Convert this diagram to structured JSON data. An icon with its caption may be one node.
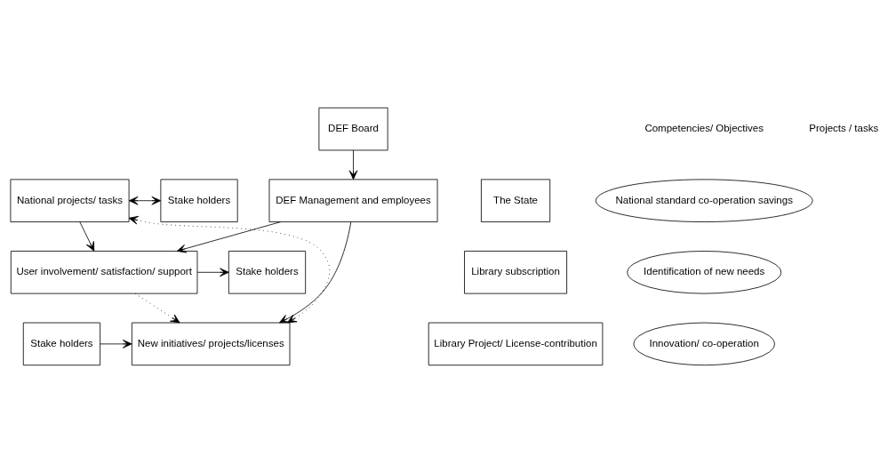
{
  "diagram": {
    "nodes": [
      {
        "text": [
          "DEF Board"
        ]
      },
      {
        "text": [
          "The State"
        ]
      },
      {
        "text": [
          "National standard co-operation savings"
        ]
      },
      {
        "text": [
          "DEF Management and employees"
        ]
      },
      {
        "text": [
          "National projects/ tasks"
        ]
      },
      {
        "text": [
          "Stake holders"
        ]
      },
      {
        "text": [
          "Library subscription"
        ]
      },
      {
        "text": [
          "Identification of new needs"
        ]
      },
      {
        "text": [
          "User involvement/ satisfaction/ support"
        ]
      },
      {
        "text": [
          "Stake holders"
        ]
      },
      {
        "text": [
          "Library Project/ License-contribution"
        ]
      },
      {
        "text": [
          "Innovation/ co-operation"
        ]
      },
      {
        "text": [
          "New initiatives/ projects/licenses"
        ]
      },
      {
        "text": [
          "Stake holders"
        ]
      }
    ],
    "edges": [
      {
        "from": 0,
        "to": 3,
        "arrow": "to"
      },
      {
        "from": 4,
        "to": 5,
        "arrow": "both"
      },
      {
        "from": 4,
        "to": 8,
        "arrow": "to"
      },
      {
        "from": 3,
        "to": 8,
        "arrow": "to"
      },
      {
        "from": 3,
        "to": 12,
        "arrow": "to"
      },
      {
        "from": 8,
        "to": 9,
        "arrow": "to"
      },
      {
        "from": 8,
        "to": 12,
        "arrow": "to",
        "style": "dashed"
      },
      {
        "from": 13,
        "to": 12,
        "arrow": "to"
      },
      {
        "from": 12,
        "to": 4,
        "arrow": "both",
        "style": "dashed"
      }
    ],
    "labels": [
      "Competencies/ Objectives",
      "Projects / tasks"
    ]
  }
}
